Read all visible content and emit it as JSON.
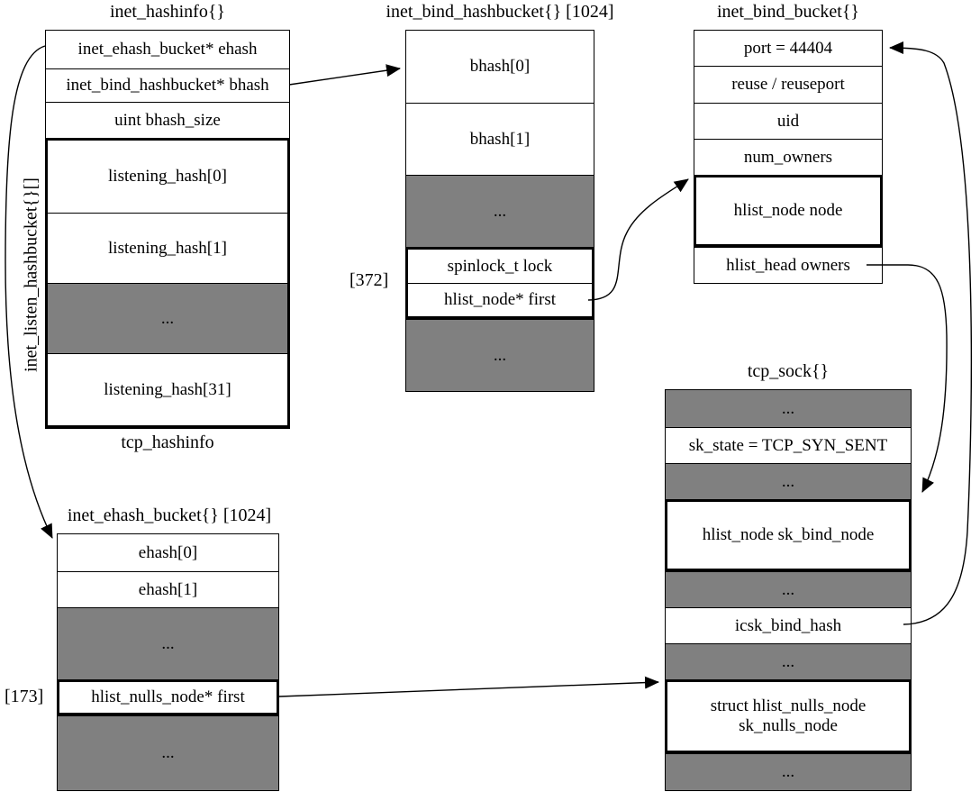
{
  "colors": {
    "row_gray": "#808080",
    "line": "#000000",
    "background": "#ffffff"
  },
  "hashinfo": {
    "title": "inet_hashinfo{}",
    "caption": "tcp_hashinfo",
    "side_label": "inet_listen_hashbucket{}[]",
    "ehash_field": "inet_ehash_bucket* ehash",
    "bhash_field": "inet_bind_hashbucket* bhash",
    "bhash_size_field": "uint bhash_size",
    "listening": [
      "listening_hash[0]",
      "listening_hash[1]",
      "...",
      "listening_hash[31]"
    ]
  },
  "bind_hashbucket": {
    "title": "inet_bind_hashbucket{} [1024]",
    "rows": [
      "bhash[0]",
      "bhash[1]",
      "..."
    ],
    "index_label": "[372]",
    "lock_field": "spinlock_t lock",
    "first_field": "hlist_node* first",
    "tail": "..."
  },
  "bind_bucket": {
    "title": "inet_bind_bucket{}",
    "port_field": "port = 44404",
    "reuse_field": "reuse / reuseport",
    "uid_field": "uid",
    "num_owners_field": "num_owners",
    "node_field": "hlist_node node",
    "owners_field": "hlist_head owners"
  },
  "ehash_bucket": {
    "title": "inet_ehash_bucket{} [1024]",
    "rows": [
      "ehash[0]",
      "ehash[1]",
      "..."
    ],
    "index_label": "[173]",
    "first_field": "hlist_nulls_node* first",
    "tail": "..."
  },
  "tcp_sock": {
    "title": "tcp_sock{}",
    "dots": "...",
    "sk_state_field": "sk_state = TCP_SYN_SENT",
    "sk_bind_node_field": "hlist_node sk_bind_node",
    "icsk_bind_hash_field": "icsk_bind_hash",
    "sk_nulls_node_line1": "struct hlist_nulls_node",
    "sk_nulls_node_line2": "sk_nulls_node"
  }
}
